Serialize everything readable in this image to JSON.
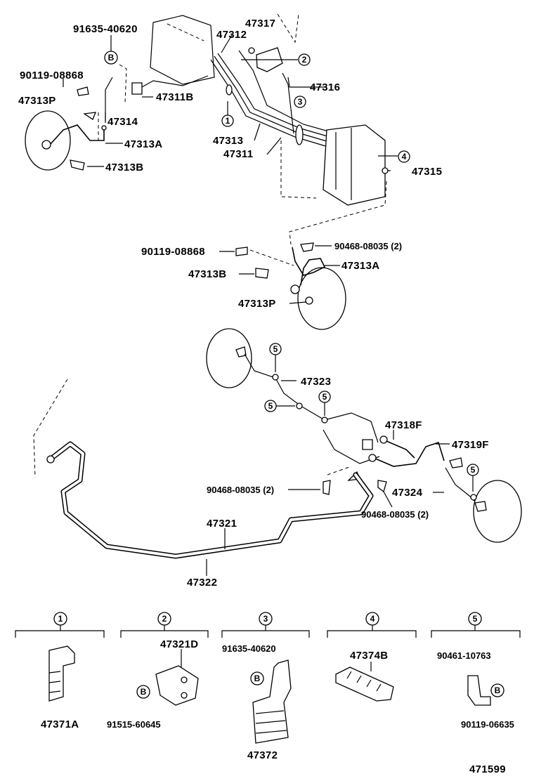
{
  "diagram": {
    "footer_code": "471599",
    "front": {
      "labels": {
        "p91635_40620": "91635-40620",
        "p47317": "47317",
        "p47312": "47312",
        "p90119_08868": "90119-08868",
        "p47313P": "47313P",
        "p47311B": "47311B",
        "p47316": "47316",
        "p47314": "47314",
        "p47313": "47313",
        "p47313A": "47313A",
        "p47311": "47311",
        "p47313B": "47313B",
        "p47315": "47315"
      },
      "callouts": {
        "c1": "1",
        "c2": "2",
        "c3": "3",
        "c4": "4",
        "cB": "B"
      }
    },
    "right_front": {
      "labels": {
        "p90119_08868": "90119-08868",
        "p90468_08035_2": "90468-08035 (2)",
        "p47313B": "47313B",
        "p47313A": "47313A",
        "p47313P": "47313P"
      }
    },
    "rear": {
      "labels": {
        "p47323": "47323",
        "p47318F": "47318F",
        "p47319F": "47319F",
        "p90468_08035_2_left": "90468-08035 (2)",
        "p47324": "47324",
        "p90468_08035_2_right": "90468-08035 (2)",
        "p47321": "47321",
        "p47322": "47322"
      },
      "callouts": {
        "c5": "5"
      }
    },
    "legend": {
      "groups": [
        {
          "number": "1",
          "parts": [
            "47371A"
          ]
        },
        {
          "number": "2",
          "parts": [
            "47321D",
            "91515-60645"
          ],
          "bolt": "B"
        },
        {
          "number": "3",
          "parts": [
            "91635-40620",
            "47372"
          ],
          "bolt": "B"
        },
        {
          "number": "4",
          "parts": [
            "47374B"
          ]
        },
        {
          "number": "5",
          "parts": [
            "90461-10763",
            "90119-06635"
          ],
          "bolt": "B"
        }
      ]
    }
  }
}
